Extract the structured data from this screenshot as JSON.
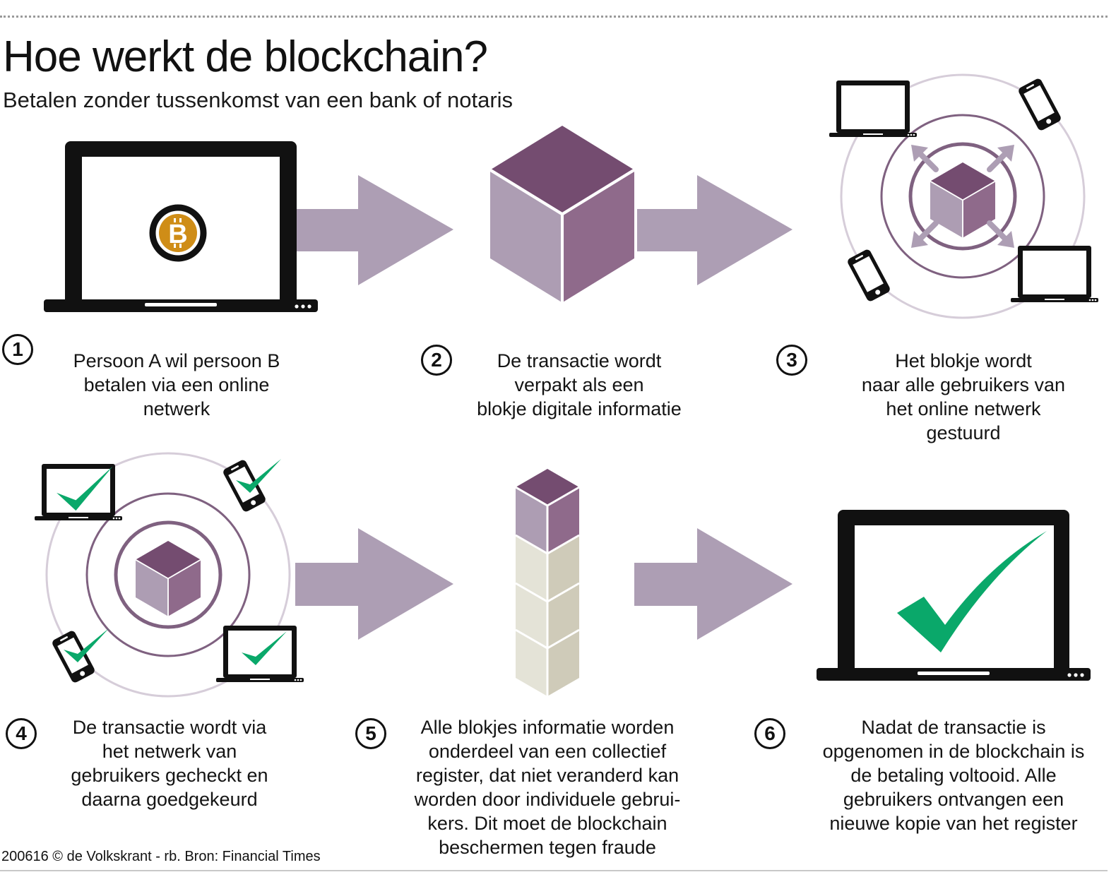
{
  "header": {
    "title": "Hoe werkt de blockchain?",
    "subtitle": "Betalen zonder tussenkomst van een bank of notaris"
  },
  "colors": {
    "arrow": "#ad9eb4",
    "cube_top": "#744c70",
    "cube_left": "#ad9db3",
    "cube_right": "#8f6a8b",
    "ring": "#d6cdd9",
    "ring_inner": "#7f6180",
    "check": "#0aa86a",
    "bitcoin": "#cf8d17",
    "stack_light": "#e4e3d7",
    "stack_shade": "#cfcbb9"
  },
  "steps": [
    {
      "number": "1",
      "text": [
        "Persoon A wil persoon B",
        "betalen via een online",
        "netwerk"
      ]
    },
    {
      "number": "2",
      "text": [
        "De transactie wordt",
        "verpakt als een",
        "blokje digitale informatie"
      ]
    },
    {
      "number": "3",
      "text": [
        "Het blokje wordt",
        "naar alle gebruikers van",
        "het online netwerk",
        "gestuurd"
      ]
    },
    {
      "number": "4",
      "text": [
        "De transactie wordt via",
        "het netwerk van",
        "gebruikers gecheckt en",
        "daarna goedgekeurd"
      ]
    },
    {
      "number": "5",
      "text": [
        "Alle blokjes informatie worden",
        "onderdeel van een collectief",
        "register, dat niet veranderd kan",
        "worden door individuele gebrui-",
        "kers. Dit moet de blockchain",
        "beschermen tegen fraude"
      ]
    },
    {
      "number": "6",
      "text": [
        "Nadat de transactie is",
        "opgenomen in de blockchain is",
        "de betaling voltooid. Alle",
        "gebruikers ontvangen een",
        "nieuwe kopie van het register"
      ]
    }
  ],
  "footer": {
    "credit": "200616 © de Volkskrant - rb. Bron: Financial Times"
  }
}
